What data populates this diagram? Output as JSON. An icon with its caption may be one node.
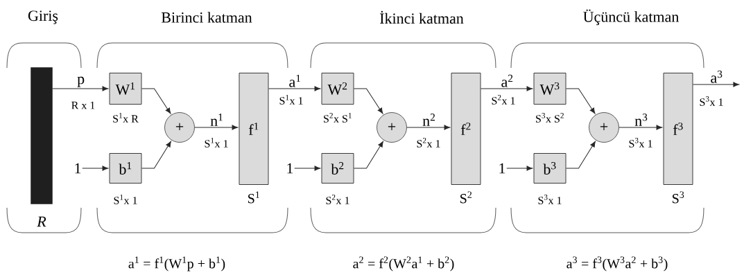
{
  "diagram": {
    "nodes": [
      {
        "text": [],
        "shape": "bar",
        "beside": [
          "R"
        ]
      },
      {
        "text": [
          "W$^{1}$"
        ],
        "beside": [
          "S$^{1}$x R"
        ]
      },
      {
        "text": [
          "1"
        ]
      },
      {
        "text": [
          "b$^{1}$"
        ],
        "beside": [
          "S$^{1}$x 1"
        ]
      },
      {
        "text": [
          "+"
        ]
      },
      {
        "text": [
          "f$^{1}$"
        ],
        "beside": [
          "S$^{1}$"
        ]
      },
      {
        "text": [
          "W$^{2}$"
        ],
        "beside": [
          "S$^{2}$x S$^{1}$"
        ]
      },
      {
        "text": [
          "1"
        ]
      },
      {
        "text": [
          "b$^{2}$"
        ],
        "beside": [
          "S$^{2}$x 1"
        ]
      },
      {
        "text": [
          "+"
        ]
      },
      {
        "text": [
          "f$^{2}$"
        ],
        "beside": [
          "S$^{2}$"
        ]
      },
      {
        "text": [
          "W$^{3}$"
        ],
        "beside": [
          "S$^{3}$x S$^{2}$"
        ]
      },
      {
        "text": [
          "1"
        ]
      },
      {
        "text": [
          "b$^{3}$"
        ],
        "beside": [
          "S$^{3}$x 1"
        ]
      },
      {
        "text": [
          "+"
        ]
      },
      {
        "text": [
          "f$^{3}$"
        ],
        "beside": [
          "S$^{3}$"
        ]
      }
    ],
    "edges": [
      {
        "from": 0,
        "to": 1,
        "arrow": "to",
        "label": "p"
      },
      {
        "from": 2,
        "to": 3,
        "arrow": "to"
      },
      {
        "from": 1,
        "to": 4,
        "arrow": "to"
      },
      {
        "from": 3,
        "to": 4,
        "arrow": "to"
      },
      {
        "from": 4,
        "to": 5,
        "arrow": "to",
        "label": "n$^{1}$"
      },
      {
        "from": 5,
        "to": 6,
        "arrow": "to",
        "label": "a$^{1}$"
      },
      {
        "from": 7,
        "to": 8,
        "arrow": "to"
      },
      {
        "from": 6,
        "to": 9,
        "arrow": "to"
      },
      {
        "from": 8,
        "to": 9,
        "arrow": "to"
      },
      {
        "from": 9,
        "to": 10,
        "arrow": "to",
        "label": "n$^{2}$"
      },
      {
        "from": 10,
        "to": 11,
        "arrow": "to",
        "label": "a$^{2}$"
      },
      {
        "from": 12,
        "to": 13,
        "arrow": "to"
      },
      {
        "from": 11,
        "to": 14,
        "arrow": "to"
      },
      {
        "from": 13,
        "to": 14,
        "arrow": "to"
      },
      {
        "from": 14,
        "to": 15,
        "arrow": "to",
        "label": "n$^{3}$"
      },
      {
        "from": 15,
        "to": null,
        "arrow": "to",
        "label": "a$^{3}$"
      }
    ],
    "labels": [
      "Giriş",
      "Birinci katman",
      "İkinci katman",
      "Üçüncü katman",
      "R x 1",
      "S$^{1}$x 1",
      "S$^{1}$x 1",
      "S$^{2}$x 1",
      "S$^{2}$x 1",
      "S$^{3}$x 1",
      "S$^{3}$x 1",
      "a$^{1}$ = f$^{1}$(W$^{1}$p + b$^{1}$)",
      "a$^{2}$ = f$^{2}$(W$^{2}$a$^{1}$ + b$^{2}$)",
      "a$^{3}$ = f$^{3}$(W$^{3}$a$^{2}$ + b$^{3}$)"
    ]
  }
}
